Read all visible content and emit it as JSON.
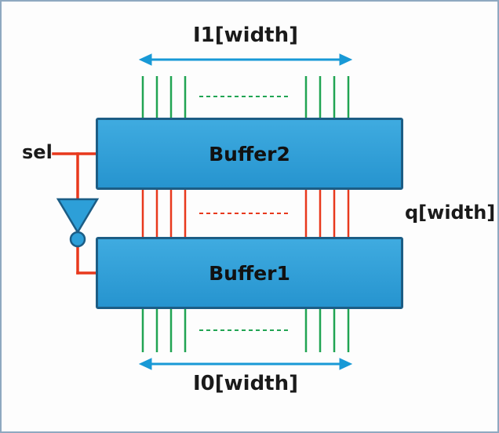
{
  "diagram": {
    "title_top": "I1[width]",
    "title_bottom": "I0[width]",
    "label_q": "q[width]",
    "label_sel": "sel",
    "buffer_top": "Buffer2",
    "buffer_bottom": "Buffer1"
  },
  "colors": {
    "buffer_fill": "#2D9FD8",
    "buffer_stroke": "#1C5D85",
    "green": "#21A453",
    "red": "#E8391D",
    "blue": "#1899D6",
    "text": "#1A1A1A",
    "frame": "#8FA9C0"
  }
}
